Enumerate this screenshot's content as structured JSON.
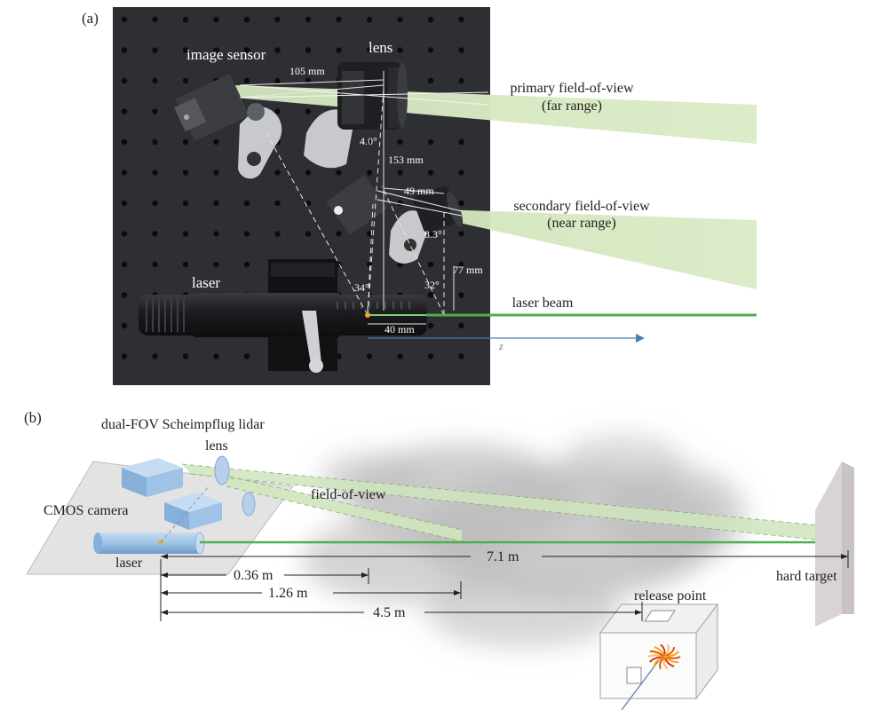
{
  "panel_a": {
    "label": "(a)",
    "image_sensor": "image sensor",
    "lens": "lens",
    "dim_105": "105 mm",
    "dim_153": "153 mm",
    "dim_49": "49 mm",
    "dim_77": "77 mm",
    "dim_40": "40 mm",
    "angle_4": "4.0°",
    "angle_8": "8.3°",
    "angle_34": "34°",
    "angle_32": "32°",
    "laser": "laser",
    "primary_fov_line1": "primary field-of-view",
    "primary_fov_line2": "(far range)",
    "secondary_fov_line1": "secondary field-of-view",
    "secondary_fov_line2": "(near range)",
    "laser_beam": "laser beam",
    "axis_z": "z"
  },
  "panel_b": {
    "label": "(b)",
    "system_title": "dual-FOV Scheimpflug lidar",
    "lens": "lens",
    "cmos_camera": "CMOS camera",
    "field_of_view": "field-of-view",
    "laser": "laser",
    "dist_036": "0.36 m",
    "dist_126": "1.26 m",
    "dist_45": "4.5 m",
    "dist_71": "7.1 m",
    "hard_target": "hard target",
    "release_point": "release point"
  },
  "colors": {
    "board": "#2e2f33",
    "beam_green": "#4caf50",
    "fov_green": "#dcebc8",
    "axis_blue": "#4a7fb5",
    "smoke": "#b9b9b9",
    "camera_blue": "#9ec3e6"
  }
}
